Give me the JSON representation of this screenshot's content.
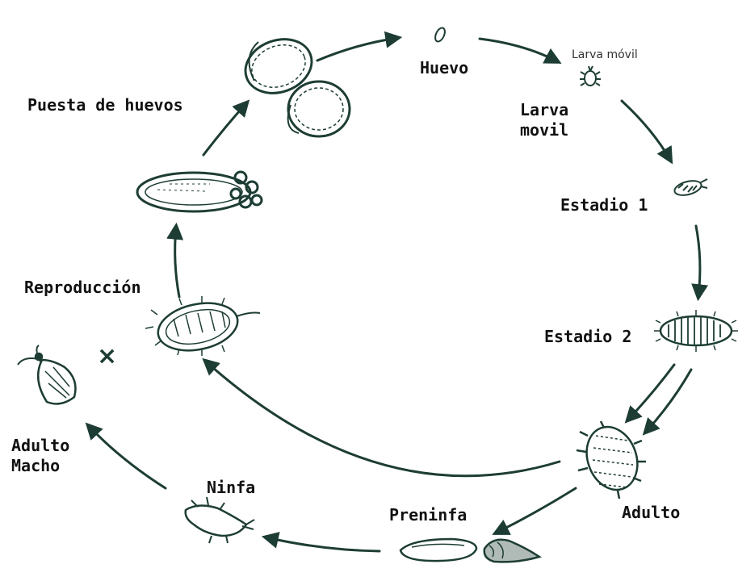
{
  "colors": {
    "ink": "#1d3d34",
    "text": "#111111",
    "background": "#ffffff"
  },
  "labels": {
    "huevo": "Huevo",
    "larva_movil_small": "Larva móvil",
    "larva_movil": "Larva\nmovil",
    "estadio_1": "Estadio 1",
    "estadio_2": "Estadio 2",
    "adulto": "Adulto",
    "preninfa": "Preninfa",
    "ninfa": "Ninfa",
    "adulto_macho": "Adulto\nMacho",
    "reproduccion": "Reproducción",
    "puesta": "Puesta de huevos",
    "cross": "×"
  },
  "icons": [
    "egg-mass-icon",
    "egg-icon",
    "mobile-larva-icon",
    "stage1-insect-icon",
    "stage2-insect-icon",
    "adult-female-icon",
    "preninfa-icon",
    "ninfa-icon",
    "adult-male-icon",
    "reproducing-female-icon",
    "egg-laying-female-icon"
  ]
}
